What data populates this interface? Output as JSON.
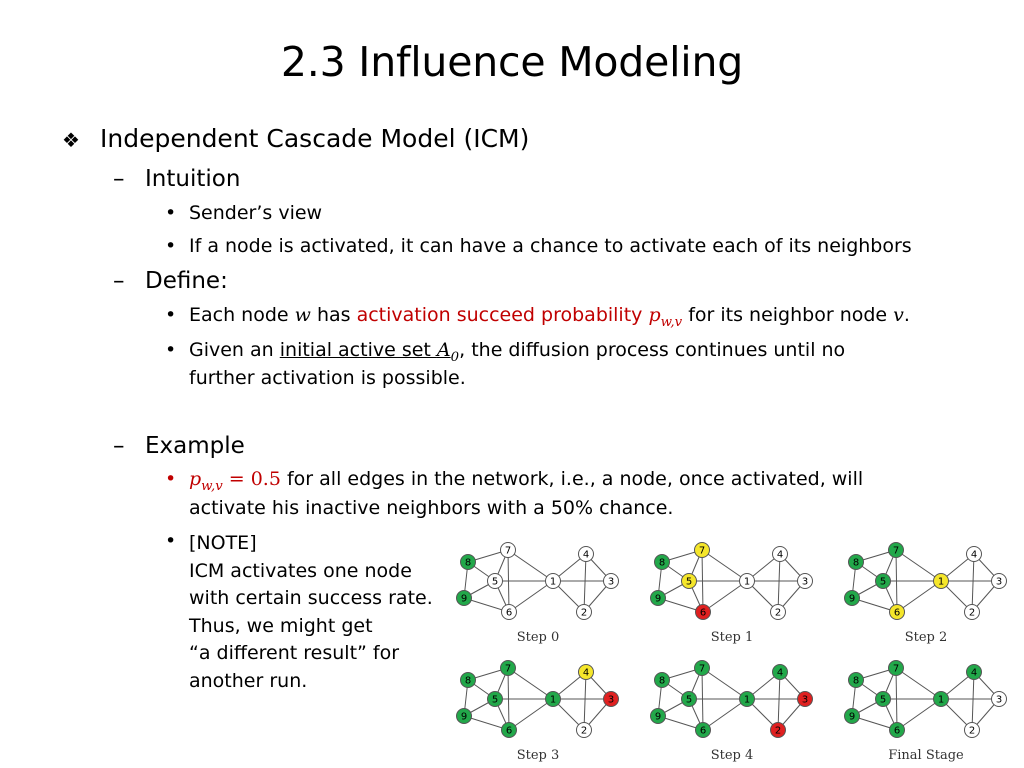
{
  "title": "2.3 Influence Modeling",
  "bullets": {
    "icm_marker": "❖",
    "icm_heading": "Independent Cascade Model (ICM)",
    "dash": "–",
    "dot": "•",
    "intuition": {
      "heading": "Intuition",
      "items": [
        "Sender’s view",
        "If a node is activated, it can have a chance to activate each of its neighbors"
      ]
    },
    "define": {
      "heading": "Define:",
      "item1": {
        "t1": "Each node ",
        "m1": "w",
        "t2": " has ",
        "red": "activation succeed probability ",
        "m2": "p",
        "m2sub": "w,v",
        "t3": " for its neighbor node ",
        "m3": "v",
        "t4": "."
      },
      "item2": {
        "t1": "Given an ",
        "u1": "initial active set ",
        "m1": "A",
        "m1sub": "0",
        "t2": ", the diffusion process continues until no",
        "line2": "further activation is possible."
      }
    },
    "example": {
      "heading": "Example",
      "item1": {
        "m1": "p",
        "m1sub": "w,v",
        "eq": " = 0.5",
        "t1": " for all edges in the network, i.e., a node, once activated, will",
        "line2": "activate his inactive neighbors with a 50% chance."
      },
      "note_lines": [
        "[NOTE]",
        "ICM activates one node",
        "with certain success rate.",
        "Thus, we might get",
        "“a different result” for",
        "another run."
      ]
    }
  },
  "node_colors": {
    "green": "#22a84a",
    "yellow": "#f5e62a",
    "red": "#e02020",
    "white": "#ffffff"
  },
  "graphs": [
    {
      "caption": "Step 0",
      "states": {
        "1": "white",
        "2": "white",
        "3": "white",
        "4": "white",
        "5": "white",
        "6": "white",
        "7": "white",
        "8": "green",
        "9": "green"
      }
    },
    {
      "caption": "Step 1",
      "states": {
        "1": "white",
        "2": "white",
        "3": "white",
        "4": "white",
        "5": "yellow",
        "6": "red",
        "7": "yellow",
        "8": "green",
        "9": "green"
      }
    },
    {
      "caption": "Step 2",
      "states": {
        "1": "yellow",
        "2": "white",
        "3": "white",
        "4": "white",
        "5": "green",
        "6": "yellow",
        "7": "green",
        "8": "green",
        "9": "green"
      }
    },
    {
      "caption": "Step 3",
      "states": {
        "1": "green",
        "2": "white",
        "3": "red",
        "4": "yellow",
        "5": "green",
        "6": "green",
        "7": "green",
        "8": "green",
        "9": "green"
      }
    },
    {
      "caption": "Step 4",
      "states": {
        "1": "green",
        "2": "red",
        "3": "red",
        "4": "green",
        "5": "green",
        "6": "green",
        "7": "green",
        "8": "green",
        "9": "green"
      }
    },
    {
      "caption": "Final Stage",
      "states": {
        "1": "green",
        "2": "white",
        "3": "white",
        "4": "green",
        "5": "green",
        "6": "green",
        "7": "green",
        "8": "green",
        "9": "green"
      }
    }
  ]
}
